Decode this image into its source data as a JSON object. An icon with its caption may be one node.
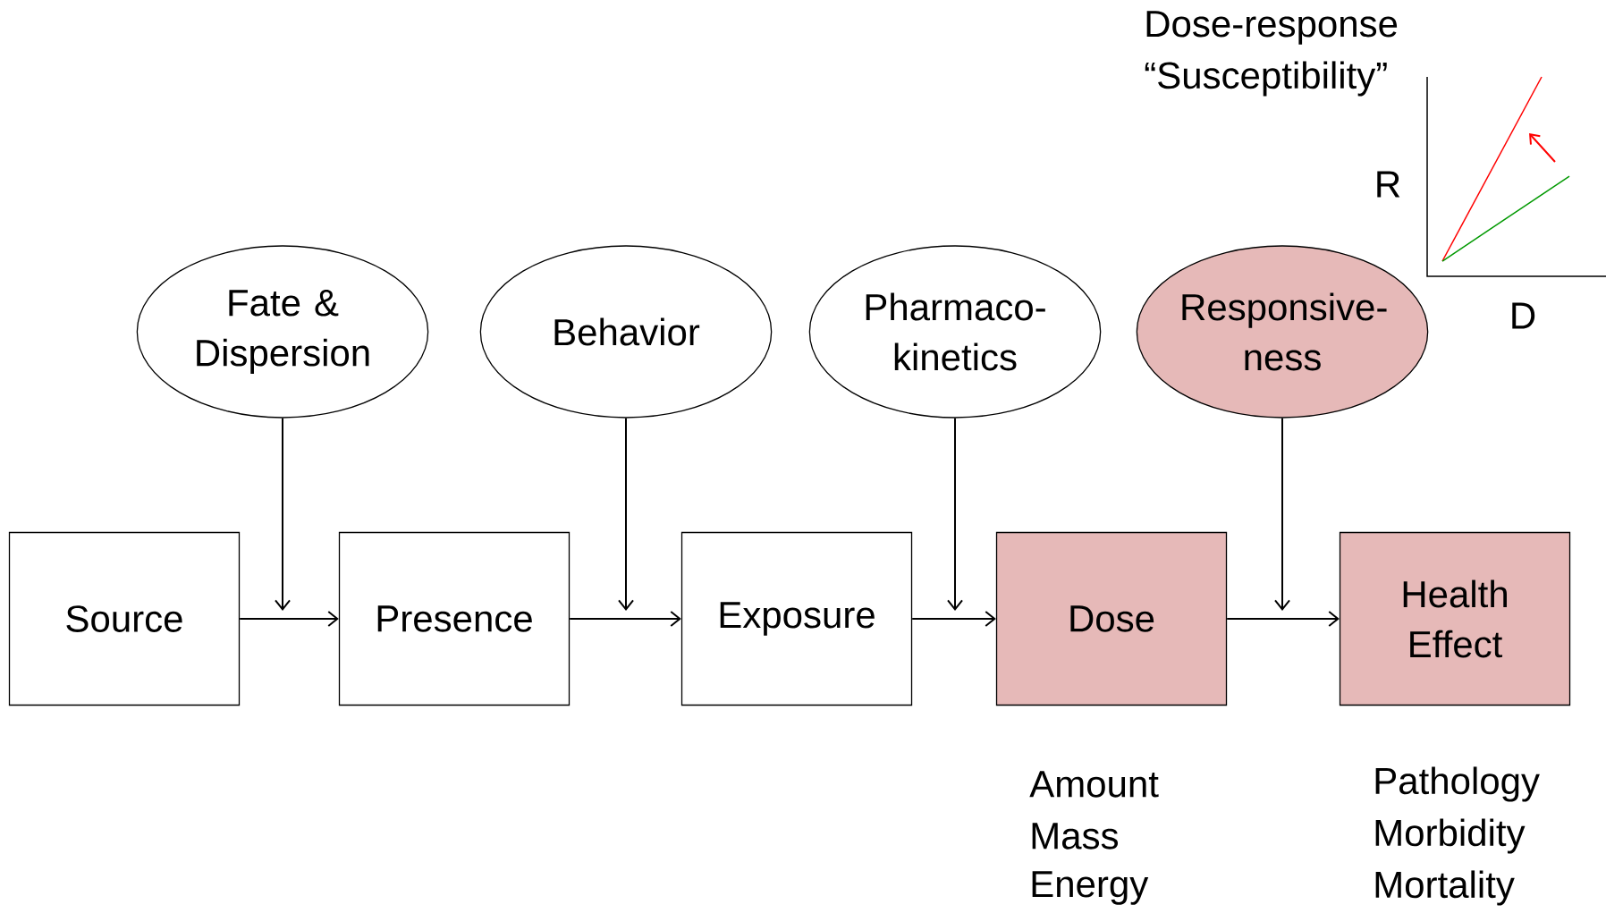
{
  "diagram": {
    "nodes": [
      {
        "text": [
          "Source"
        ]
      },
      {
        "text": [
          "Presence"
        ]
      },
      {
        "text": [
          "Exposure"
        ]
      },
      {
        "text": [
          "Dose"
        ],
        "beside": [
          "Amount",
          "Mass",
          "Energy"
        ]
      },
      {
        "text": [
          "Health Effect"
        ],
        "beside": [
          "Pathology",
          "Morbidity",
          "Mortality"
        ]
      },
      {
        "text": [
          "Fate & Dispersion"
        ]
      },
      {
        "text": [
          "Behavior"
        ]
      },
      {
        "text": [
          "Pharmaco- kinetics"
        ]
      },
      {
        "text": [
          "Responsive- ness"
        ]
      }
    ],
    "edges": [
      {
        "from": 0,
        "to": 1,
        "arrow": "to"
      },
      {
        "from": 1,
        "to": 2,
        "arrow": "to"
      },
      {
        "from": 2,
        "to": 3,
        "arrow": "to"
      },
      {
        "from": 3,
        "to": 4,
        "arrow": "to"
      },
      {
        "from": 5,
        "to": null,
        "arrow": "to"
      },
      {
        "from": 6,
        "to": null,
        "arrow": "to"
      },
      {
        "from": 7,
        "to": null,
        "arrow": "to"
      },
      {
        "from": 8,
        "to": null,
        "arrow": "to"
      }
    ],
    "labels": [
      "Dose-response",
      "“Susceptibility”",
      "R",
      "D"
    ]
  }
}
